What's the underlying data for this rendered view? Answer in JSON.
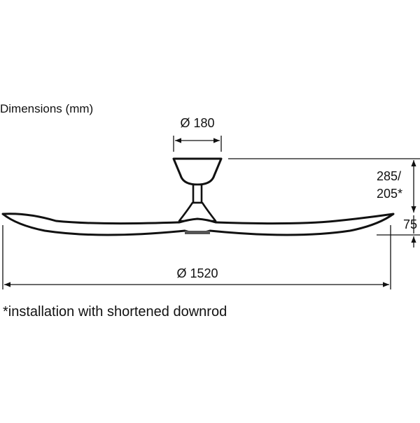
{
  "labels": {
    "title": "Dimensions (mm)",
    "canopy_diameter": "Ø 180",
    "height_line1": "285/",
    "height_line2": "205*",
    "blade_drop": "75",
    "span_diameter": "Ø 1520",
    "footnote": "*installation with shortened downrod"
  },
  "colors": {
    "line": "#111111",
    "background": "#ffffff"
  }
}
